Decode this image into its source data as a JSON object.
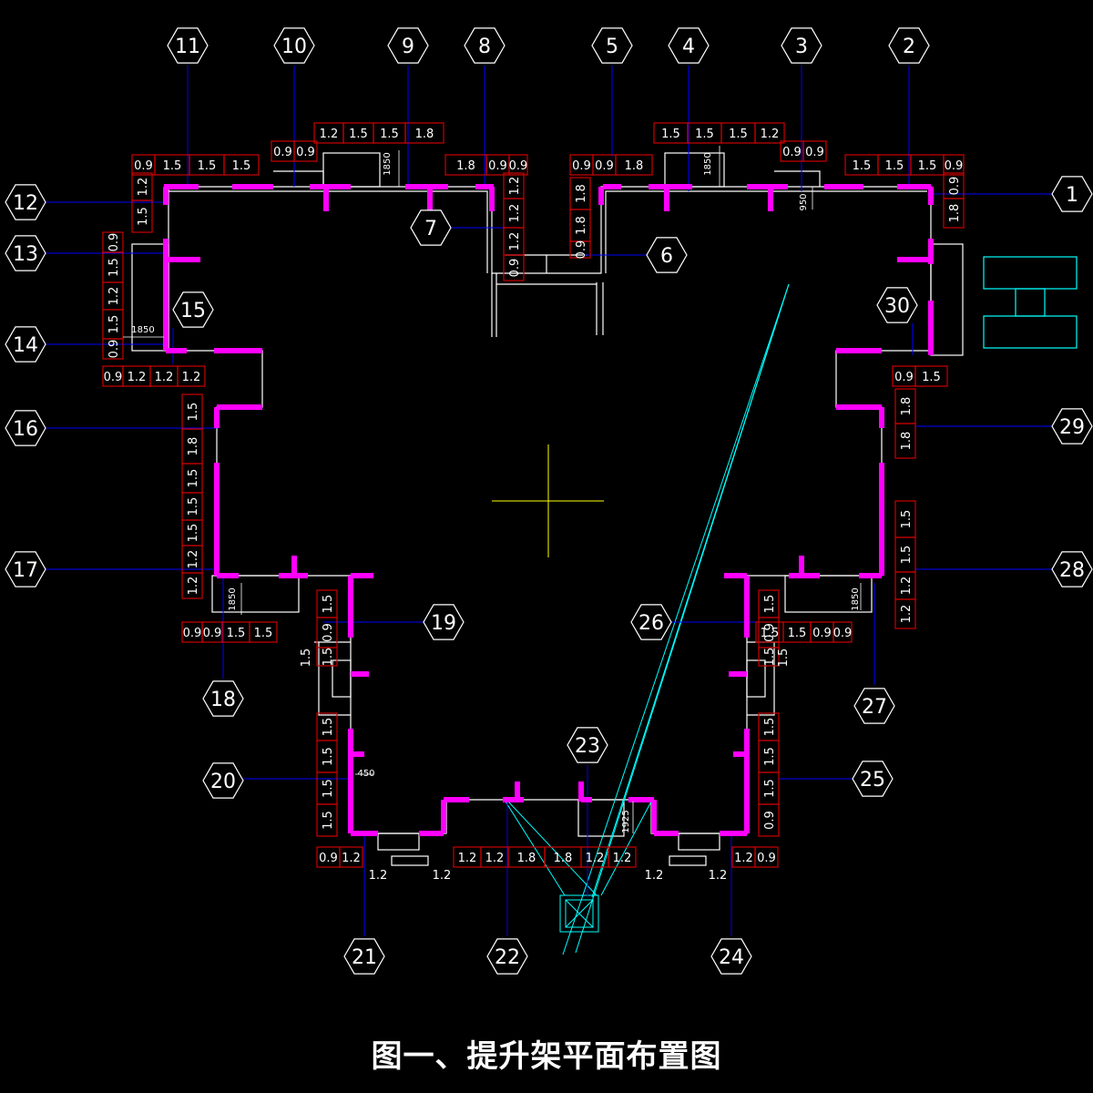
{
  "title": "图一、提升架平面布置图",
  "colors": {
    "background": "#000000",
    "wall": "#ff00ff",
    "axis_line": "#0000ff",
    "grid_box": "#cc0000",
    "outline": "#ffffff",
    "crosshair": "#ffff00",
    "tower": "#00ffff"
  },
  "axis_labels": [
    "1",
    "2",
    "3",
    "4",
    "5",
    "6",
    "7",
    "8",
    "9",
    "10",
    "11",
    "12",
    "13",
    "14",
    "15",
    "16",
    "17",
    "18",
    "19",
    "20",
    "21",
    "22",
    "23",
    "24",
    "25",
    "26",
    "27",
    "28",
    "29",
    "30"
  ],
  "dimensions": [
    "1850",
    "1850",
    "1850",
    "1850",
    "950",
    "1850",
    "1850",
    "450",
    "1925"
  ],
  "panel_groups": [
    [
      "0.9",
      "1.5",
      "1.5",
      "1.5"
    ],
    [
      "0.9",
      "0.9"
    ],
    [
      "1.2",
      "1.5",
      "1.5",
      "1.8"
    ],
    [
      "1.8",
      "0.9",
      "0.9"
    ],
    [
      "1.2",
      "1.2",
      "1.2",
      "0.9"
    ],
    [
      "1.2",
      "1.5"
    ],
    [
      "0.9",
      "1.5",
      "1.2",
      "1.5",
      "0.9"
    ],
    [
      "0.9",
      "1.2",
      "1.2",
      "1.2"
    ],
    [
      "0.9",
      "0.9",
      "1.8"
    ],
    [
      "1.8",
      "1.8",
      "0.9"
    ],
    [
      "1.5",
      "1.5",
      "1.5",
      "1.2"
    ],
    [
      "0.9",
      "0.9"
    ],
    [
      "1.5",
      "1.5",
      "1.5",
      "0.9"
    ],
    [
      "0.9",
      "1.8"
    ],
    [
      "0.9",
      "1.5"
    ],
    [
      "1.8",
      "1.8"
    ],
    [
      "1.5",
      "1.5",
      "1.2",
      "1.2"
    ],
    [
      "0.9",
      "0.9",
      "1.5",
      "1.5"
    ],
    [
      "1.5",
      "0.9",
      "1.5"
    ],
    [
      "1.5",
      "1.5",
      "0.9",
      "0.9"
    ],
    [
      "1.5",
      "0.9",
      "1.5"
    ],
    [
      "1.5",
      "1.8",
      "1.5",
      "1.5",
      "1.5",
      "1.2",
      "1.2"
    ],
    [
      "1.5",
      "1.5",
      "1.5",
      "1.5"
    ],
    [
      "1.5",
      "1.5",
      "1.5",
      "0.9"
    ],
    [
      "0.9",
      "1.2"
    ],
    [
      "1.2",
      "1.2",
      "1.8",
      "1.8",
      "1.2",
      "1.2"
    ],
    [
      "1.2",
      "0.9"
    ],
    [
      "1.2",
      "1.2",
      "1.2",
      "1.2"
    ]
  ]
}
